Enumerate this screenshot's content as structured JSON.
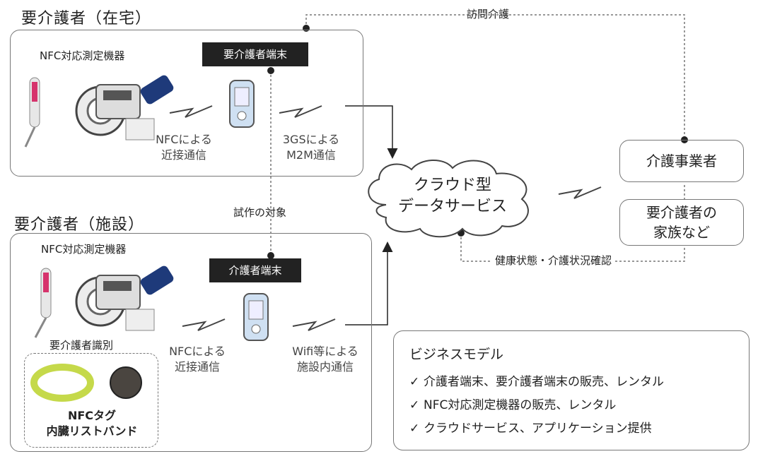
{
  "home": {
    "title": "要介護者（在宅）",
    "device_label": "NFC対応測定機器",
    "terminal": "要介護者端末",
    "nfc_comm": [
      "NFCによる",
      "近接通信"
    ],
    "m2m_comm": [
      "3GSによる",
      "M2M通信"
    ]
  },
  "facility": {
    "title": "要介護者（施設）",
    "device_label": "NFC対応測定機器",
    "terminal": "介護者端末",
    "id_label": "要介護者識別",
    "tag_label": [
      "NFCタグ",
      "内臓リストバンド"
    ],
    "nfc_comm": [
      "NFCによる",
      "近接通信"
    ],
    "wifi_comm": [
      "Wifi等による",
      "施設内通信"
    ]
  },
  "prototype_label": "試作の対象",
  "cloud": [
    "クラウド型",
    "データサービス"
  ],
  "visit_label": "訪問介護",
  "provider": "介護事業者",
  "family": [
    "要介護者の",
    "家族など"
  ],
  "status_check": "健康状態・介護状況確認",
  "business_model": {
    "title": "ビジネスモデル",
    "items": [
      "介護者端末、要介護者端末の販売、レンタル",
      "NFC対応測定機器の販売、レンタル",
      "クラウドサービス、アプリケーション提供"
    ]
  }
}
